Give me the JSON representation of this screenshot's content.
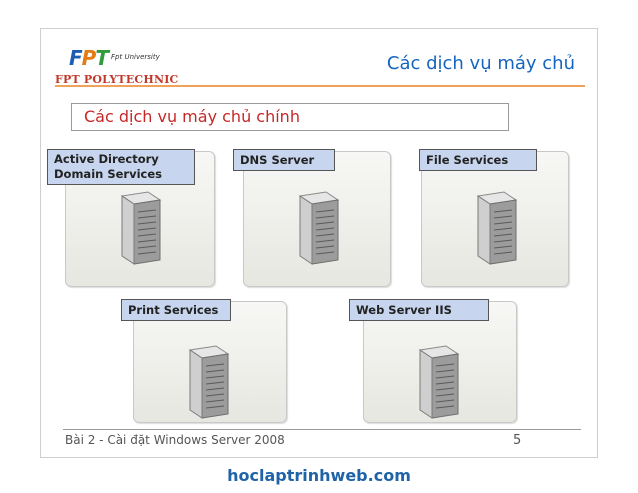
{
  "header": {
    "logo": {
      "fpt_f": "F",
      "fpt_p": "P",
      "fpt_t": "T",
      "university": "Fpt University",
      "polytechnic": "FPT POLYTECHNIC"
    },
    "title": "Các dịch vụ máy chủ",
    "accent_color": "#f0a25a",
    "title_color": "#1565c0"
  },
  "subtitle": "Các dịch vụ máy chủ chính",
  "services": [
    {
      "label_line1": "Active Directory",
      "label_line2": "Domain Services",
      "icon": "server-icon"
    },
    {
      "label_line1": "DNS Server",
      "icon": "server-icon"
    },
    {
      "label_line1": "File Services",
      "icon": "server-icon"
    },
    {
      "label_line1": "Print Services",
      "icon": "server-icon"
    },
    {
      "label_line1": "Web Server IIS",
      "icon": "server-icon"
    }
  ],
  "footer": {
    "text": "Bài 2 - Cài đặt Windows Server 2008",
    "page": "5"
  },
  "watermark": "hoclaptrinhweb.com"
}
